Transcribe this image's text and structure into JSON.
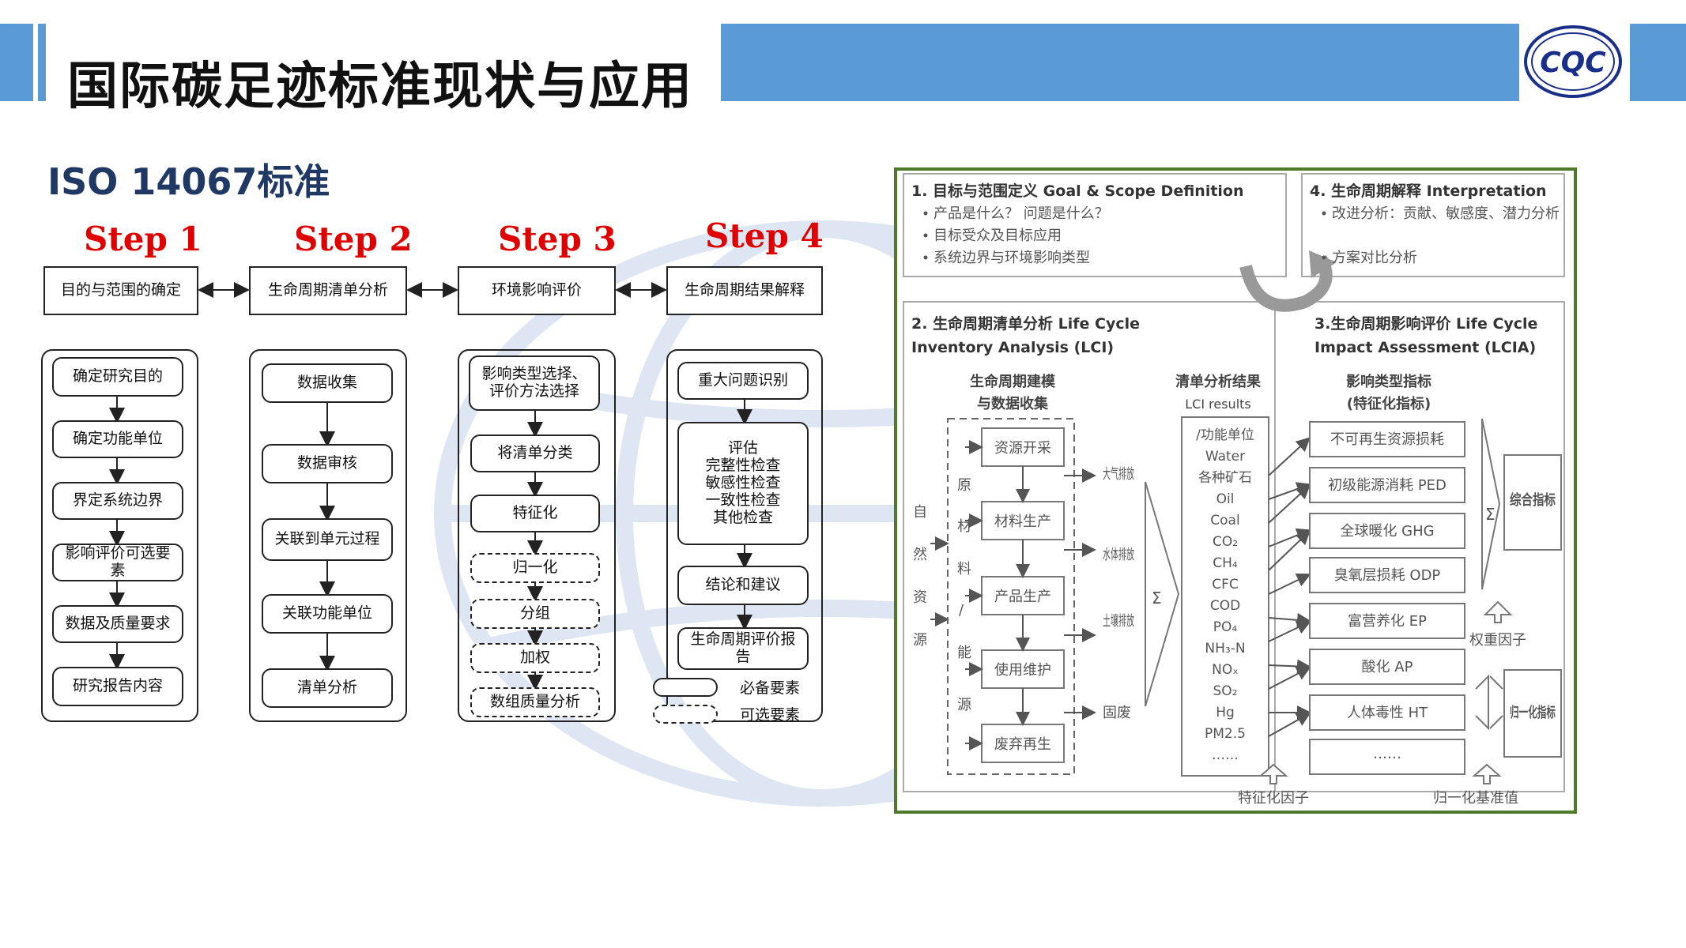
{
  "header": {
    "title": "国际碳足迹标准现状与应用",
    "subtitle": "ISO 14067标准",
    "logo_text": "CQC",
    "accent_color": "#5b9bd5"
  },
  "steps": [
    {
      "label": "Step 1",
      "header": "目的与范围的确定",
      "items": [
        "确定研究目的",
        "确定功能单位",
        "界定系统边界",
        "影响评价可选要素",
        "数据及质量要求",
        "研究报告内容"
      ]
    },
    {
      "label": "Step 2",
      "header": "生命周期清单分析",
      "items": [
        "数据收集",
        "数据审核",
        "关联到单元过程",
        "关联功能单位",
        "清单分析"
      ]
    },
    {
      "label": "Step 3",
      "header": "环境影响评价",
      "items": [
        "影响类型选择、评价方法选择",
        "将清单分类",
        "特征化",
        "归一化",
        "分组",
        "加权",
        "数组质量分析"
      ]
    },
    {
      "label": "Step 4",
      "header": "生命周期结果解释",
      "items": [
        "重大问题识别",
        "评估\n完整性检查\n敏感性检查\n一致性检查\n其他检查",
        "结论和建议",
        "生命周期评价报告"
      ]
    }
  ],
  "legend": {
    "required": "必备要素",
    "optional": "可选要素"
  },
  "lca": {
    "border_color": "#4e7a2a",
    "goal": {
      "title": "1.  目标与范围定义  Goal & Scope Definition",
      "bullets": [
        "产品是什么？ 问题是什么？",
        "目标受众及目标应用",
        "系统边界与环境影响类型"
      ]
    },
    "interp": {
      "title": "4.  生命周期解释  Interpretation",
      "bullets": [
        "改进分析：贡献、敏感度、潜力分析",
        "方案对比分析"
      ]
    },
    "lci": {
      "title_line1": "2.  生命周期清单分析 Life Cycle",
      "title_line2": "Inventory Analysis (LCI)",
      "modeling_title_line1": "生命周期建模",
      "modeling_title_line2": "与数据收集",
      "natural_resources": [
        "自",
        "然",
        "资",
        "源"
      ],
      "raw_energy": [
        "原",
        "材",
        "料",
        "/",
        "能",
        "源"
      ],
      "stages": [
        "资源开采",
        "材料生产",
        "产品生产",
        "使用维护",
        "废弃再生"
      ],
      "emissions": [
        "大气排放",
        "水体排放",
        "土壤排放",
        "固废"
      ],
      "sum_symbol": "Σ",
      "results_title": "清单分析结果",
      "results_subtitle": "LCI results",
      "results_items": [
        "/功能单位",
        "Water",
        "各种矿石",
        "Oil",
        "Coal",
        "CO₂",
        "CH₄",
        "CFC",
        "COD",
        "PO₄",
        "NH₃-N",
        "NOₓ",
        "SO₂",
        "Hg",
        "PM2.5",
        "……"
      ]
    },
    "lcia": {
      "title_line1": "3.生命周期影响评价 Life Cycle",
      "title_line2": "Impact Assessment (LCIA)",
      "indicator_title_line1": "影响类型指标",
      "indicator_title_line2": "(特征化指标)",
      "indicators": [
        "不可再生资源损耗",
        "初级能源消耗 PED",
        "全球暖化 GHG",
        "臭氧层损耗 ODP",
        "富营养化 EP",
        "酸化  AP",
        "人体毒性 HT",
        "……"
      ],
      "sum_symbol": "Σ",
      "composite": "综合指标",
      "weight_factor": "权重因子",
      "normalized": "归一化指标"
    },
    "bottom_labels": {
      "char_factor": "特征化因子",
      "norm_base": "归一化基准值"
    }
  }
}
